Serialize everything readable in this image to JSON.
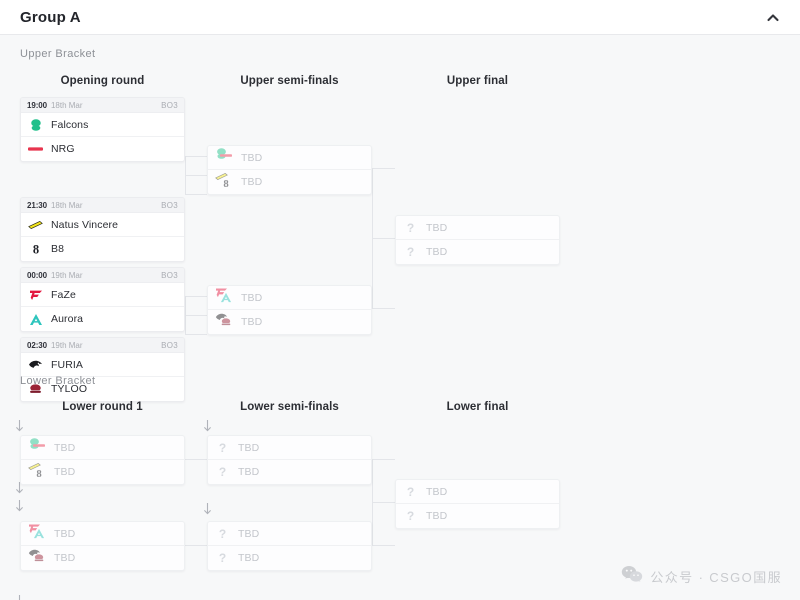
{
  "header": {
    "title": "Group A",
    "collapse_icon": "chevron-up-icon"
  },
  "brackets": {
    "upper_label": "Upper Bracket",
    "lower_label": "Lower Bracket"
  },
  "rounds": {
    "upper": [
      "Opening round",
      "Upper semi-finals",
      "Upper final"
    ],
    "lower": [
      "Lower round 1",
      "Lower semi-finals",
      "Lower final"
    ]
  },
  "placeholder": {
    "team": "TBD",
    "icon": "question-mark-icon"
  },
  "teams": {
    "falcons": {
      "name": "Falcons",
      "color": "#21c08b"
    },
    "nrg": {
      "name": "NRG",
      "color": "#e8344e"
    },
    "navi": {
      "name": "Natus Vincere",
      "color": "#f2e51c"
    },
    "b8": {
      "name": "B8",
      "color": "#21242b"
    },
    "faze": {
      "name": "FaZe",
      "color": "#e3173f"
    },
    "aurora": {
      "name": "Aurora",
      "color": "#2ec5bd"
    },
    "furia": {
      "name": "FURIA",
      "color": "#1b1c1f"
    },
    "tyloo": {
      "name": "TYLOO",
      "color": "#9b2437"
    }
  },
  "matches": {
    "upper_opening": [
      {
        "time": "19:00",
        "date": "18th Mar",
        "format": "BO3",
        "teams": [
          "Falcons",
          "NRG"
        ]
      },
      {
        "time": "21:30",
        "date": "18th Mar",
        "format": "BO3",
        "teams": [
          "Natus Vincere",
          "B8"
        ]
      },
      {
        "time": "00:00",
        "date": "19th Mar",
        "format": "BO3",
        "teams": [
          "FaZe",
          "Aurora"
        ]
      },
      {
        "time": "02:30",
        "date": "19th Mar",
        "format": "BO3",
        "teams": [
          "FURIA",
          "TYLOO"
        ]
      }
    ],
    "upper_semis": [
      {
        "teams": [
          "TBD",
          "TBD"
        ]
      },
      {
        "teams": [
          "TBD",
          "TBD"
        ]
      }
    ],
    "upper_final": [
      {
        "teams": [
          "TBD",
          "TBD"
        ]
      }
    ],
    "lower_round1": [
      {
        "teams": [
          "TBD",
          "TBD"
        ]
      },
      {
        "teams": [
          "TBD",
          "TBD"
        ]
      }
    ],
    "lower_semis": [
      {
        "teams": [
          "TBD",
          "TBD"
        ]
      }
    ],
    "lower_final": [
      {
        "teams": [
          "TBD",
          "TBD"
        ]
      }
    ]
  },
  "watermark": {
    "text": "公众号 · CSGO国服",
    "icon": "wechat-icon"
  }
}
